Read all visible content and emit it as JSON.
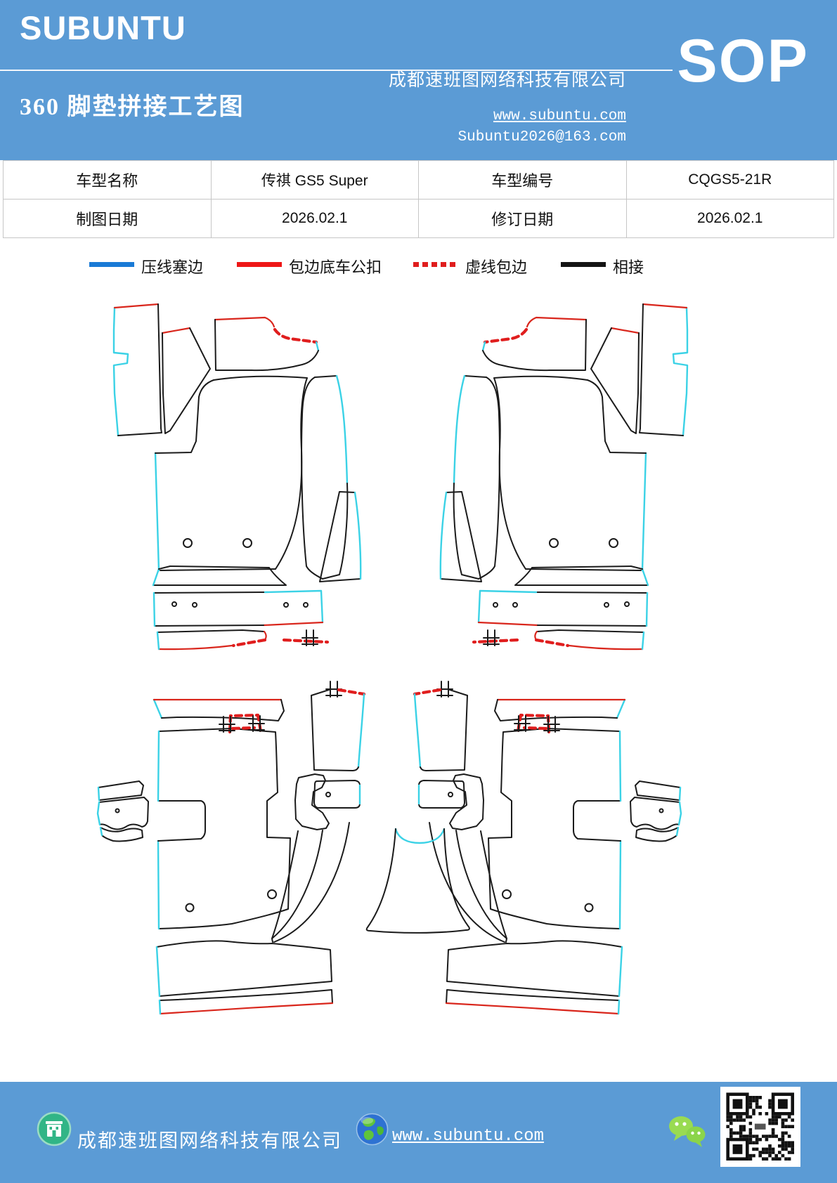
{
  "header": {
    "brand": "SUBUNTU",
    "company_cn": "成都速班图网络科技有限公司",
    "title": "360 脚垫拼接工艺图",
    "website": "www.subuntu.com",
    "email": "Subuntu2026@163.com",
    "sop_label": "SOP",
    "bg_color": "#5B9BD5"
  },
  "info_table": {
    "cells": [
      [
        "车型名称",
        "传祺 GS5 Super",
        "车型编号",
        "CQGS5-21R"
      ],
      [
        "制图日期",
        "2026.02.1",
        "修订日期",
        "2026.02.1"
      ]
    ]
  },
  "legend": {
    "items": [
      {
        "label": "压线塞边",
        "color": "#1a7ad6",
        "style": "solid"
      },
      {
        "label": "包边底车公扣",
        "color": "#ee1717",
        "style": "solid"
      },
      {
        "label": "虚线包边",
        "color": "#e01e1e",
        "style": "dashed"
      },
      {
        "label": "相接",
        "color": "#141414",
        "style": "solid"
      }
    ]
  },
  "diagram": {
    "colors": {
      "outline_black": "#1b1b1b",
      "edge_cyan": "#3bd2e6",
      "edge_red": "#d9261c",
      "dashed_red": "#e01e1e"
    },
    "sets": [
      "front-left-set",
      "front-right-set",
      "rear-left-set",
      "rear-right-set",
      "center-tunnel-piece"
    ]
  },
  "footer": {
    "company": "成都速班图网络科技有限公司",
    "website": "www.subuntu.com",
    "icons": [
      "building-icon",
      "globe-icon",
      "wechat-icon",
      "qr-code"
    ],
    "bg_color": "#5B9BD5"
  }
}
